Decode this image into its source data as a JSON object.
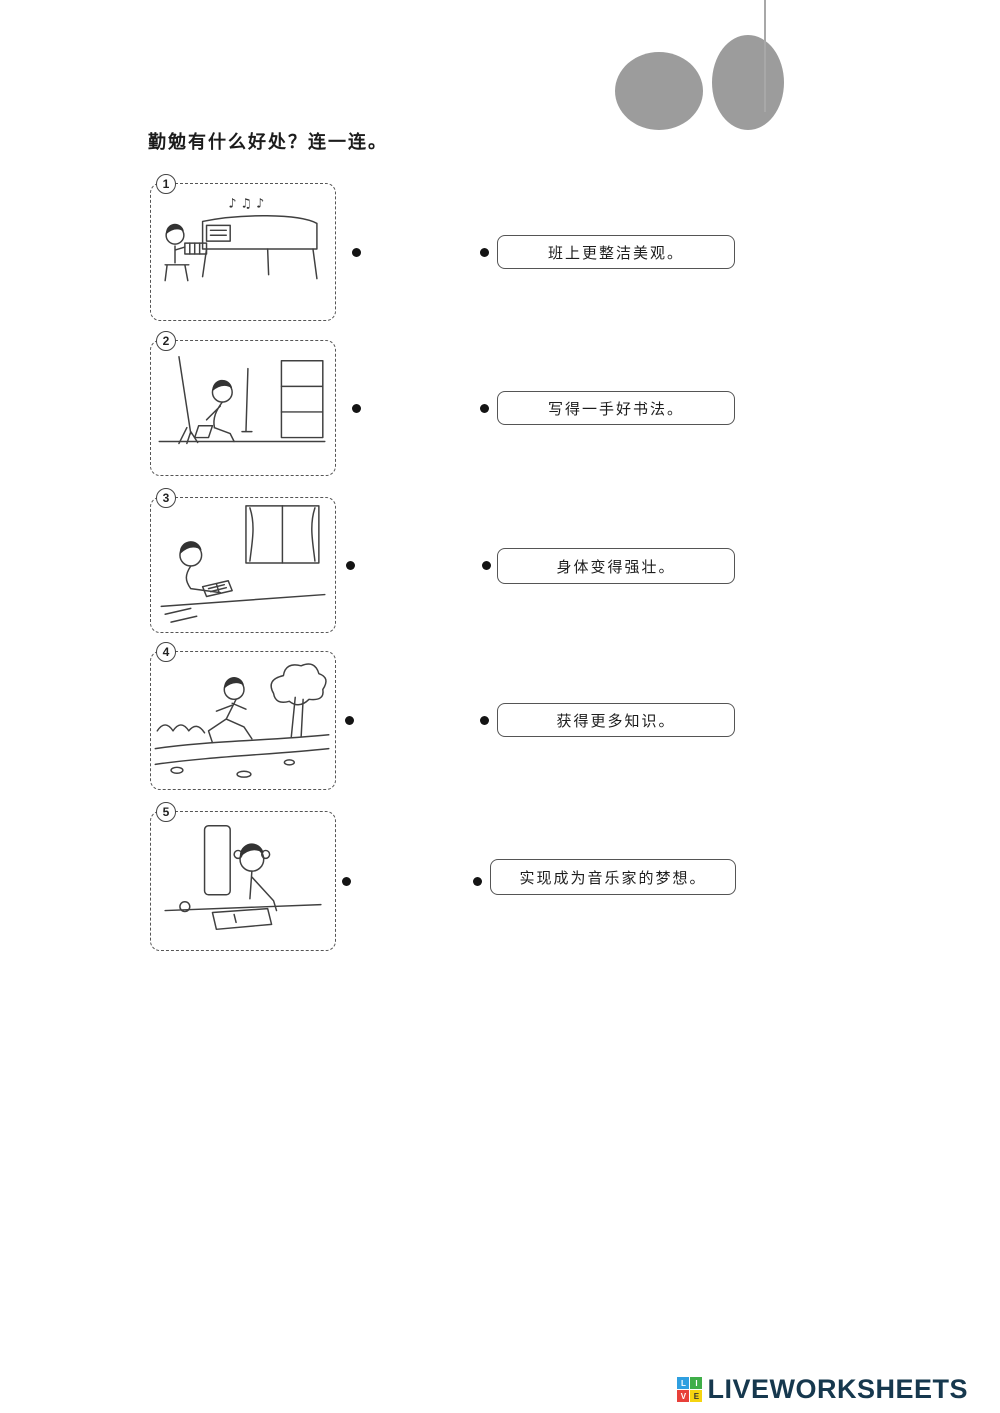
{
  "title": "勤勉有什么好处？连一连。",
  "items": [
    {
      "number": "1",
      "image": "child-playing-piano-illustration"
    },
    {
      "number": "2",
      "image": "boy-sweeping-floor-illustration"
    },
    {
      "number": "3",
      "image": "girl-reading-book-illustration"
    },
    {
      "number": "4",
      "image": "boy-running-outdoors-illustration"
    },
    {
      "number": "5",
      "image": "girl-writing-calligraphy-illustration"
    }
  ],
  "answers": [
    {
      "label": "班上更整洁美观。"
    },
    {
      "label": "写得一手好书法。"
    },
    {
      "label": "身体变得强壮。"
    },
    {
      "label": "获得更多知识。"
    },
    {
      "label": "实现成为音乐家的梦想。"
    }
  ],
  "footer": {
    "brand": "LIVEWORKSHEETS",
    "brand_color": "#16384e",
    "logo_letters": [
      "L",
      "I",
      "V",
      "E"
    ],
    "logo_colors": [
      "#2f9fe0",
      "#3fae49",
      "#e8403a",
      "#f5d410"
    ]
  }
}
